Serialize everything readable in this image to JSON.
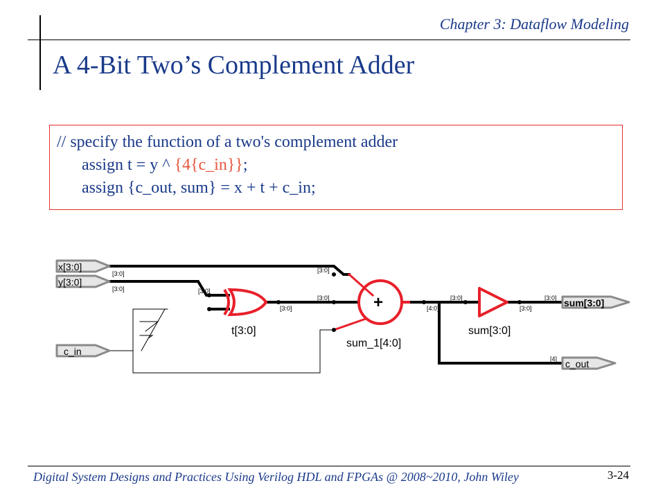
{
  "header": {
    "chapter": "Chapter 3: Dataflow Modeling",
    "title": "A 4-Bit Two’s Complement Adder"
  },
  "code": {
    "comment": "// specify the function of a two's complement adder",
    "line1_prefix": "assign t = y ^ ",
    "line1_highlight": "{4{c_in}}",
    "line1_suffix": ";",
    "line2": "assign {c_out, sum} = x + t + c_in;"
  },
  "schematic": {
    "ports": {
      "x": "x[3:0]",
      "y": "y[3:0]",
      "c_in": "c_in",
      "sum": "sum[3:0]",
      "c_out": "c_out"
    },
    "nets": {
      "t": "t[3:0]",
      "sum_1": "sum_1[4:0]",
      "sum": "sum[3:0]"
    },
    "operator": "+",
    "bus_labels": {
      "x_in": "[3:0]",
      "y_in": "[3:0]",
      "x_adder": "[3:0]",
      "y_xor": "[3:0]",
      "xor_out": "[3:0]",
      "t_adder": "[3:0]",
      "adder_out": "[4:0]",
      "buf_in": "[3:0]",
      "buf_out": "[3:0]",
      "sum_port": "[3:0]",
      "c_out_port": "[4]"
    },
    "colors": {
      "gate": "#e8202a",
      "wire": "#000000",
      "port_fill": "#e6e6e6",
      "port_stroke": "#8a8a8a"
    }
  },
  "footer": {
    "left": "Digital System Designs and Practices Using Verilog HDL and FPGAs @ 2008~2010, John Wiley",
    "page": "3-24"
  }
}
